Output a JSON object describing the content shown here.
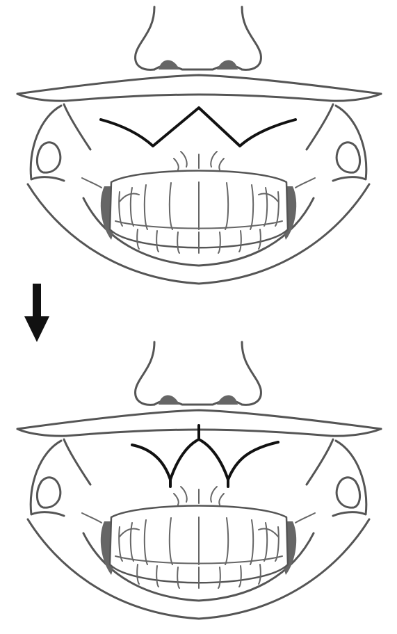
{
  "colors": {
    "outline": "#555555",
    "shading": "#666666",
    "guide_line": "#111111",
    "arrow": "#111111",
    "background": "#ffffff"
  },
  "panels": [
    {
      "id": "before",
      "guide_shape": "flattened-m"
    },
    {
      "id": "after",
      "guide_shape": "curved-with-central-peak"
    }
  ],
  "transition_icon": "down-arrow-icon"
}
